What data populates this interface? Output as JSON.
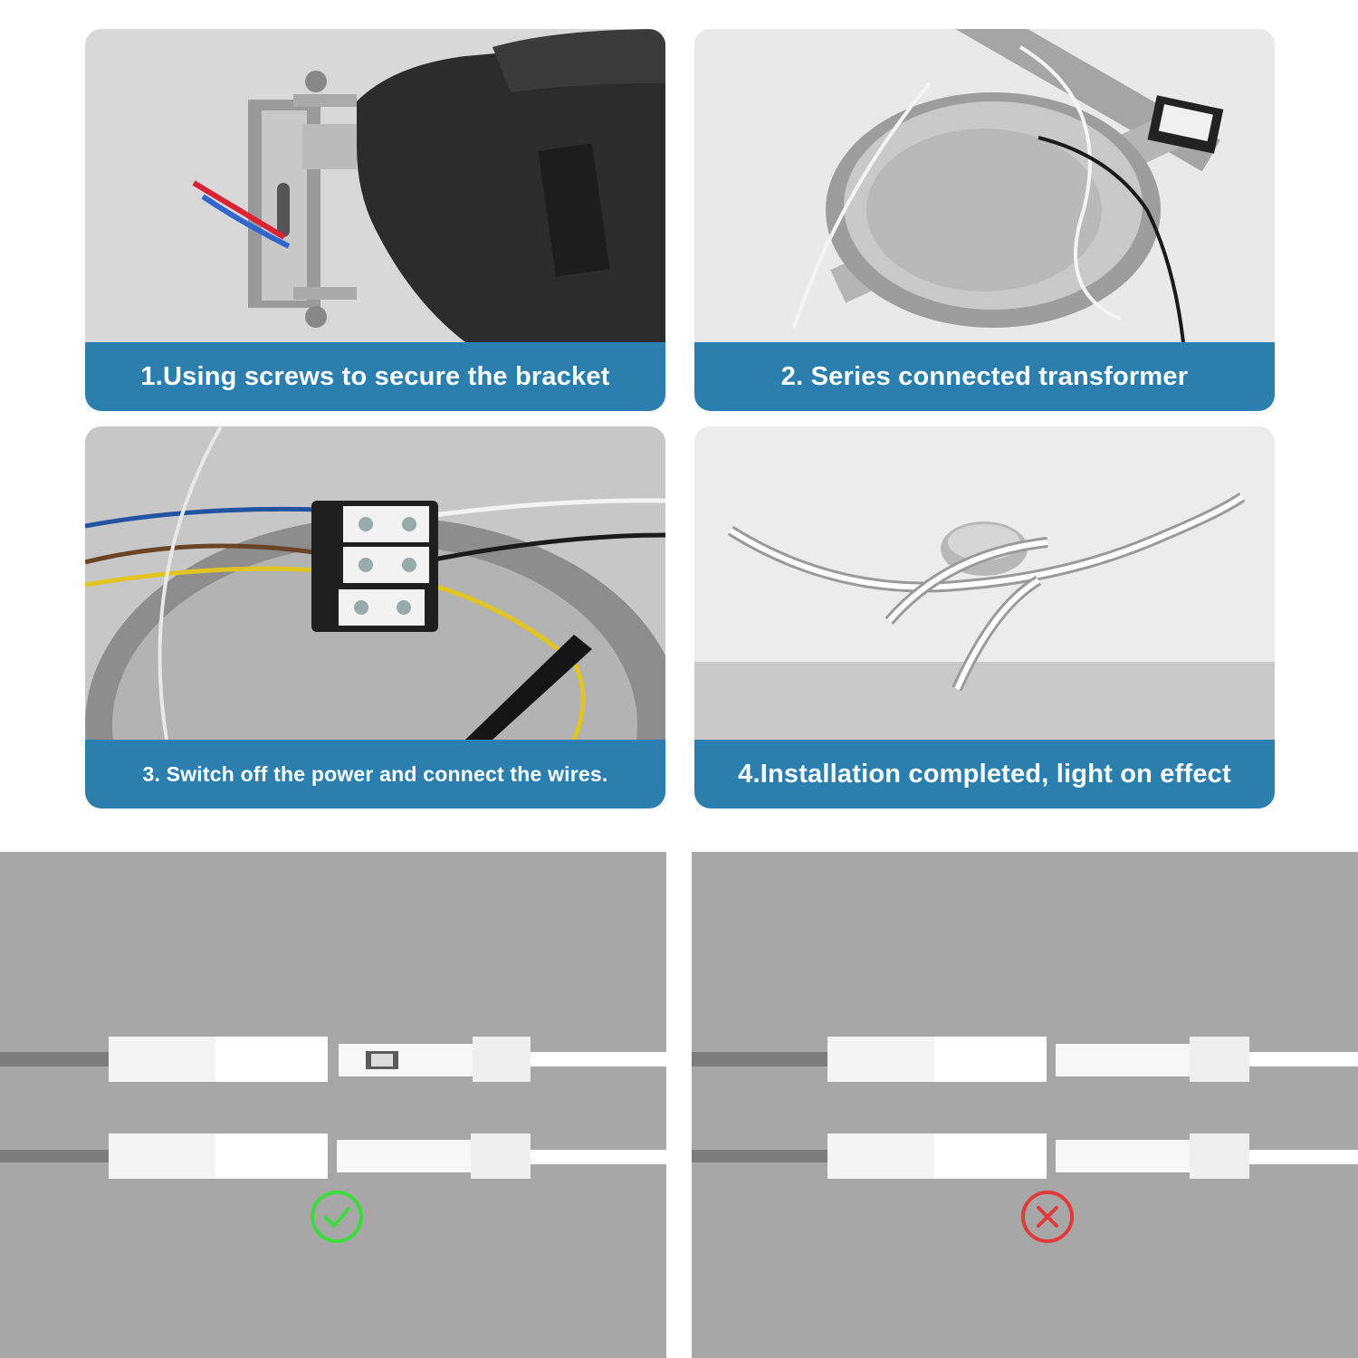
{
  "steps": [
    {
      "label": "1.Using screws to secure the bracket"
    },
    {
      "label": "2. Series connected transformer"
    },
    {
      "label": "3. Switch off the power and connect the wires."
    },
    {
      "label": "4.Installation completed, light on effect"
    }
  ],
  "comparison": {
    "correct": {
      "icon": "check-circle-icon",
      "color": "#3ddc3d"
    },
    "incorrect": {
      "icon": "x-circle-icon",
      "color": "#e23a3a"
    }
  },
  "colors": {
    "caption_bar": "#2b7fae",
    "caption_text": "#ffffff",
    "panel_bg": "#a7a7a7"
  }
}
